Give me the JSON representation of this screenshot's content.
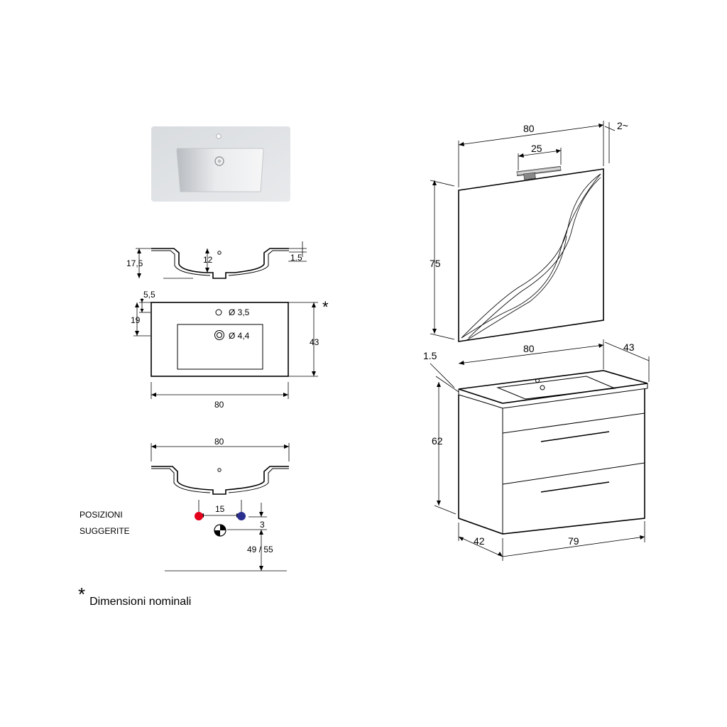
{
  "basin_plan": {
    "width": "80",
    "depth": "43",
    "tap_offset": "5,5",
    "bowl_offset": "19",
    "tap_hole": "Ø 3,5",
    "drain_hole": "Ø 4,4",
    "nominal_mark": "*"
  },
  "basin_section": {
    "height": "17,5",
    "bowl_depth": "12",
    "rim": "1.5"
  },
  "basin_front": {
    "width": "80",
    "tap_spacing": "15",
    "offset": "3",
    "drain_height": "49 / 55",
    "label_line1": "POSIZIONI",
    "label_line2": "SUGGERITE"
  },
  "mirror": {
    "width": "80",
    "lamp_width": "25",
    "height": "75",
    "depth": "2~"
  },
  "cabinet": {
    "top_width": "80",
    "top_depth": "43",
    "top_thickness": "1.5",
    "height": "62",
    "side_depth": "42",
    "front_width": "79"
  },
  "note": {
    "star": "*",
    "text": "Dimensioni nominali"
  },
  "colors": {
    "hot": "#e3001b",
    "cold": "#2a2f8f",
    "line": "#000000"
  }
}
